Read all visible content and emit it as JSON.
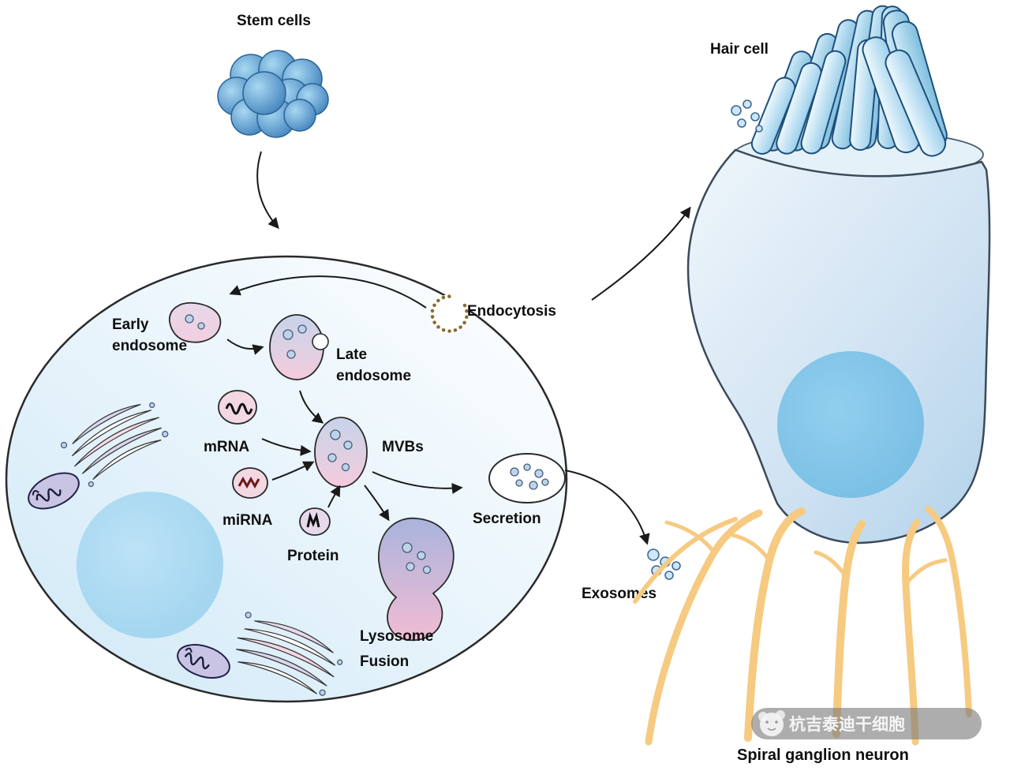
{
  "title": "Stem cell exosome pathway diagram",
  "labels": {
    "stem_cells": "Stem cells",
    "hair_cell": "Hair cell",
    "early_endosome": [
      "Early",
      "endosome"
    ],
    "late_endosome": [
      "Late",
      "endosome"
    ],
    "endocytosis": "Endocytosis",
    "mrna": "mRNA",
    "mirna": "miRNA",
    "mvbs": "MVBs",
    "protein": "Protein",
    "secretion": "Secretion",
    "exosomes": "Exosomes",
    "lysosome_fusion": [
      "Lysosome",
      "Fusion"
    ],
    "spiral_ganglion_neuron": "Spiral ganglion neuron",
    "watermark": "杭吉泰迪干细胞"
  },
  "colors": {
    "stem_cell_blue": "#3f87c0",
    "cell_fill": "#d9edf9",
    "vesicle_pink": "#f2cede",
    "nucleus_blue": "#a6d8f0",
    "hair_cell_blue": "#bcd8ee",
    "stereocilia_blue": "#9ccfeb",
    "neuron_orange": "#f6ca80",
    "outline_dark": "#1a1a1a"
  },
  "icons": {
    "watermark_logo": "teddy-logo-icon"
  }
}
